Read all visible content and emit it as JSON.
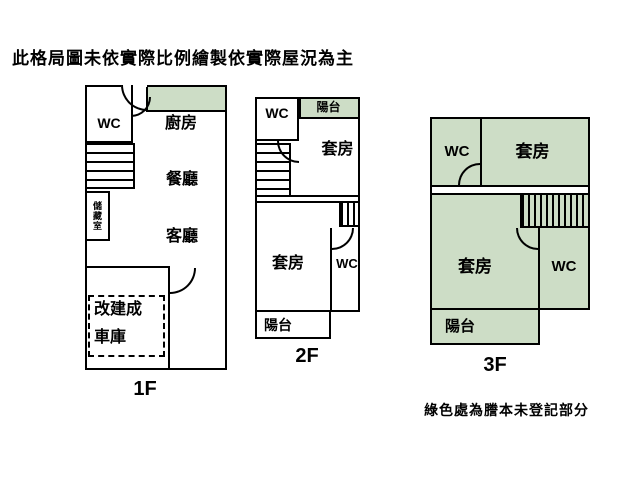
{
  "title": "此格局圖未依實際比例繪製依實際屋況為主",
  "footnote": "綠色處為謄本未登記部分",
  "colors": {
    "unregistered_green": "#cdddc6",
    "line": "#000000",
    "background": "#ffffff"
  },
  "floors": [
    {
      "label": "1F",
      "rooms": {
        "wc": "WC",
        "kitchen": "廚房",
        "dining": "餐廳",
        "living": "客廳",
        "storage": "儲藏室",
        "garage_line1": "改建成",
        "garage_line2": "車庫"
      }
    },
    {
      "label": "2F",
      "rooms": {
        "balcony_top": "陽台",
        "wc_top": "WC",
        "suite_top": "套房",
        "suite_bottom": "套房",
        "wc_bottom": "WC",
        "balcony_bottom": "陽台"
      }
    },
    {
      "label": "3F",
      "rooms": {
        "wc_top": "WC",
        "suite_top": "套房",
        "suite_bottom": "套房",
        "wc_bottom": "WC",
        "balcony": "陽台"
      }
    }
  ]
}
